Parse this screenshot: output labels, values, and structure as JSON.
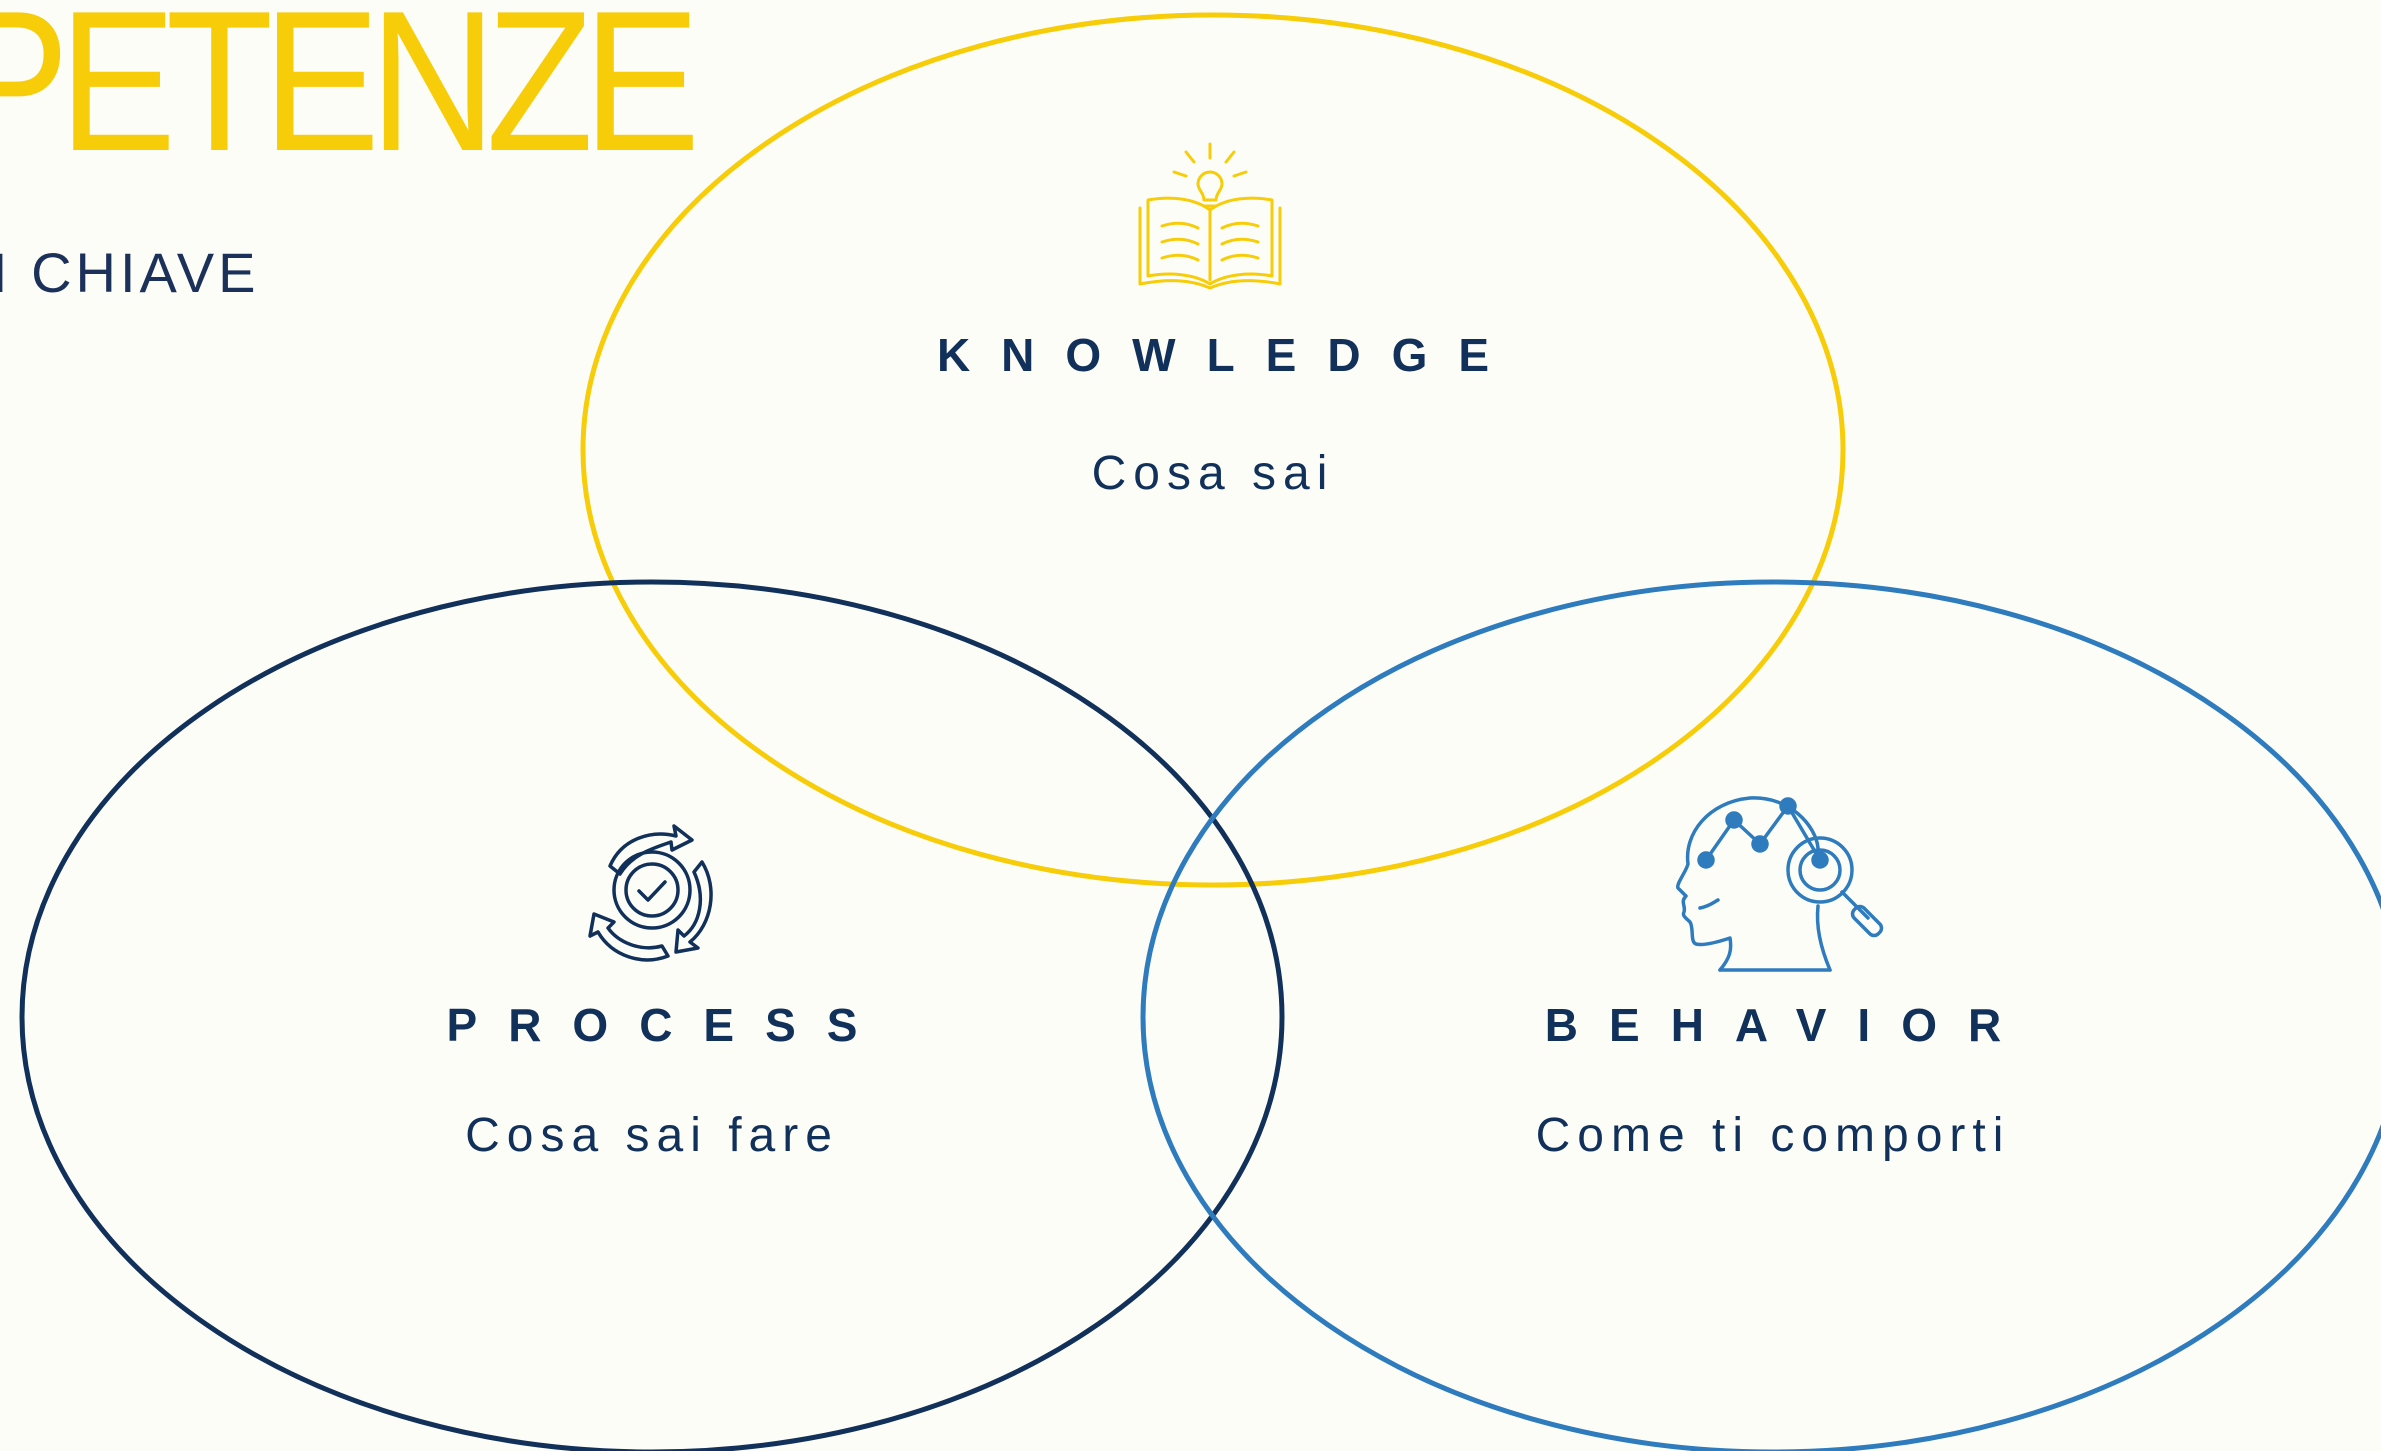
{
  "slide": {
    "title": "PETENZE",
    "subtitle": "I CHIAVE"
  },
  "diagram": {
    "circles": [
      {
        "key": "knowledge",
        "label": "KNOWLEDGE",
        "description": "Cosa sai",
        "color": "#f7cc08",
        "icon": "book-lightbulb-icon"
      },
      {
        "key": "process",
        "label": "PROCESS",
        "description": "Cosa sai fare",
        "color": "#11305a",
        "icon": "cycle-check-icon"
      },
      {
        "key": "behavior",
        "label": "BEHAVIOR",
        "description": "Come ti comporti",
        "color": "#2e7bbd",
        "icon": "head-analytics-icon"
      }
    ]
  }
}
